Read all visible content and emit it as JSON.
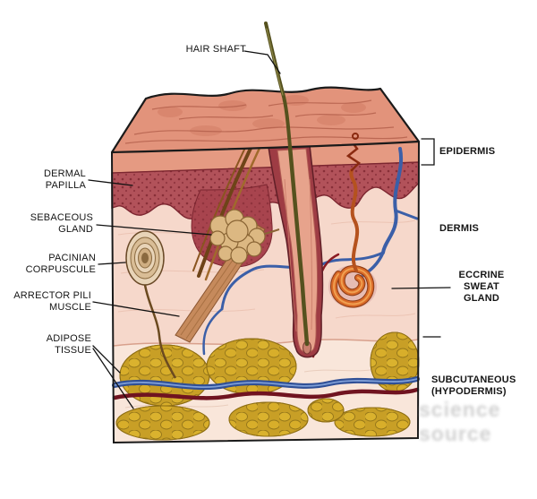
{
  "labels": {
    "hair_shaft": "HAIR SHAFT",
    "dermal_papilla": "DERMAL PAPILLA",
    "sebaceous_gland": "SEBACEOUS GLAND",
    "pacinian_corpuscule": "PACINIAN CORPUSCULE",
    "arrector_pili_muscle": "ARRECTOR PILI MUSCLE",
    "adipose_tissue": "ADIPOSE TISSUE",
    "epidermis": "EPIDERMIS",
    "dermis": "DERMIS",
    "eccrine_sweat_gland": "ECCRINE SWEAT GLAND",
    "subcutaneous": "SUBCUTANEOUS (HYPODERMIS)"
  },
  "watermark": {
    "line1": "science",
    "line2": "source"
  },
  "palette": {
    "background": "#ffffff",
    "skin_surface": "#e2937b",
    "epidermis_band": "#e59a82",
    "papillary_layer": "#b2525a",
    "dermis": "#f6d8cb",
    "subcutaneous": "#f9e6da",
    "adipose": "#c89f26",
    "hair": "#55511e",
    "sebaceous": "#dcb882",
    "muscle": "#c68a5c",
    "vein": "#2f4f96",
    "artery": "#701320",
    "sweat_gland": "#e87f35",
    "outline": "#1a1a1a"
  }
}
